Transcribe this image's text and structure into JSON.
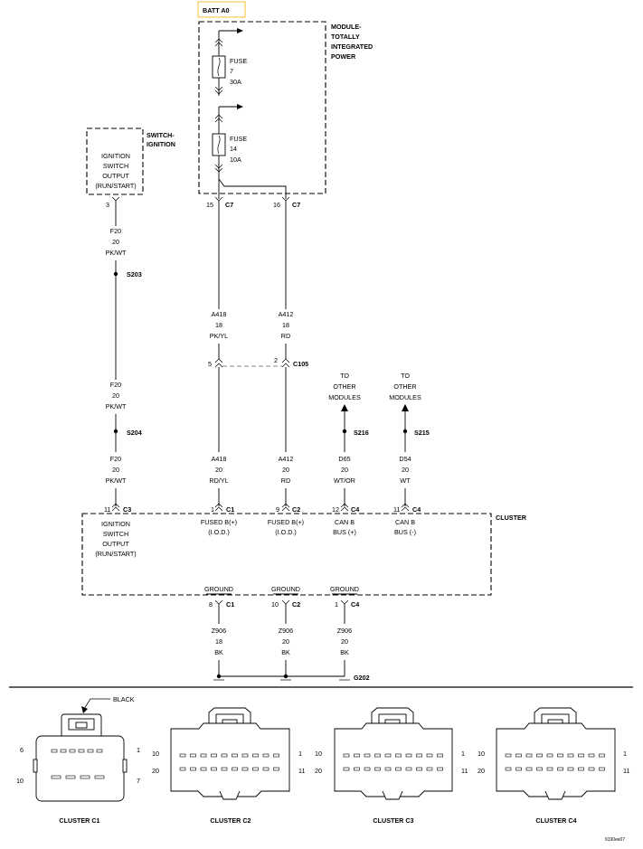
{
  "power": {
    "batt": "BATT A0",
    "tipm": [
      "MODULE-",
      "TOTALLY",
      "INTEGRATED",
      "POWER"
    ],
    "fuse7": [
      "FUSE",
      "7",
      "30A"
    ],
    "fuse14": [
      "FUSE",
      "14",
      "10A"
    ]
  },
  "switch": {
    "name": [
      "SWITCH-",
      "IGNITION"
    ],
    "output": [
      "IGNITION",
      "SWITCH",
      "OUTPUT",
      "(RUN/START)"
    ],
    "pin": "3"
  },
  "c7": {
    "pin_a": "15",
    "pin_b": "16",
    "label": "C7"
  },
  "wires": {
    "f20_top": [
      "F20",
      "20",
      "PK/WT"
    ],
    "f20_mid": [
      "F20",
      "20",
      "PK/WT"
    ],
    "f20_bot": [
      "F20",
      "20",
      "PK/WT"
    ],
    "a418_top": [
      "A418",
      "18",
      "PK/YL"
    ],
    "a418_bot": [
      "A418",
      "20",
      "RD/YL"
    ],
    "a412_top": [
      "A412",
      "18",
      "RD"
    ],
    "a412_bot": [
      "A412",
      "20",
      "RD"
    ],
    "d65": [
      "D65",
      "20",
      "WT/OR"
    ],
    "d54": [
      "D54",
      "20",
      "WT"
    ],
    "z906_a": [
      "Z906",
      "18",
      "BK"
    ],
    "z906_b": [
      "Z906",
      "20",
      "BK"
    ],
    "z906_c": [
      "Z906",
      "20",
      "BK"
    ]
  },
  "splices": {
    "s203": "S203",
    "s204": "S204",
    "s216": "S216",
    "s215": "S215"
  },
  "c105": {
    "pin_a": "5",
    "pin_b": "2",
    "label": "C105"
  },
  "to_other": [
    "TO",
    "OTHER",
    "MODULES"
  ],
  "cluster": {
    "name": "CLUSTER",
    "ign": [
      "IGNITION",
      "SWITCH",
      "OUTPUT",
      "(RUN/START)"
    ],
    "fused1": [
      "FUSED B(+)",
      "(I.O.D.)"
    ],
    "fused2": [
      "FUSED B(+)",
      "(I.O.D.)"
    ],
    "canp": [
      "CAN B",
      "BUS (+)"
    ],
    "canm": [
      "CAN B",
      "BUS (-)"
    ],
    "ground": "GROUND",
    "pins_top": [
      {
        "pin": "11",
        "conn": "C3"
      },
      {
        "pin": "1",
        "conn": "C1"
      },
      {
        "pin": "9",
        "conn": "C2"
      },
      {
        "pin": "12",
        "conn": "C4"
      },
      {
        "pin": "11",
        "conn": "C4"
      }
    ],
    "pins_bot": [
      {
        "pin": "8",
        "conn": "C1"
      },
      {
        "pin": "10",
        "conn": "C2"
      },
      {
        "pin": "1",
        "conn": "C4"
      }
    ]
  },
  "ground_point": "G202",
  "connectors": {
    "black": "BLACK",
    "c1": {
      "title": "CLUSTER C1",
      "p_tl": "6",
      "p_tr": "1",
      "p_bl": "10",
      "p_br": "7"
    },
    "c2": {
      "title": "CLUSTER C2",
      "p_tl": "10",
      "p_tr": "1",
      "p_bl": "20",
      "p_br": "11"
    },
    "c3": {
      "title": "CLUSTER C3",
      "p_tl": "10",
      "p_tr": "1",
      "p_bl": "20",
      "p_br": "11"
    },
    "c4": {
      "title": "CLUSTER C4",
      "p_tl": "10",
      "p_tr": "1",
      "p_bl": "20",
      "p_br": "11"
    }
  },
  "figure_id": "9190ee07"
}
